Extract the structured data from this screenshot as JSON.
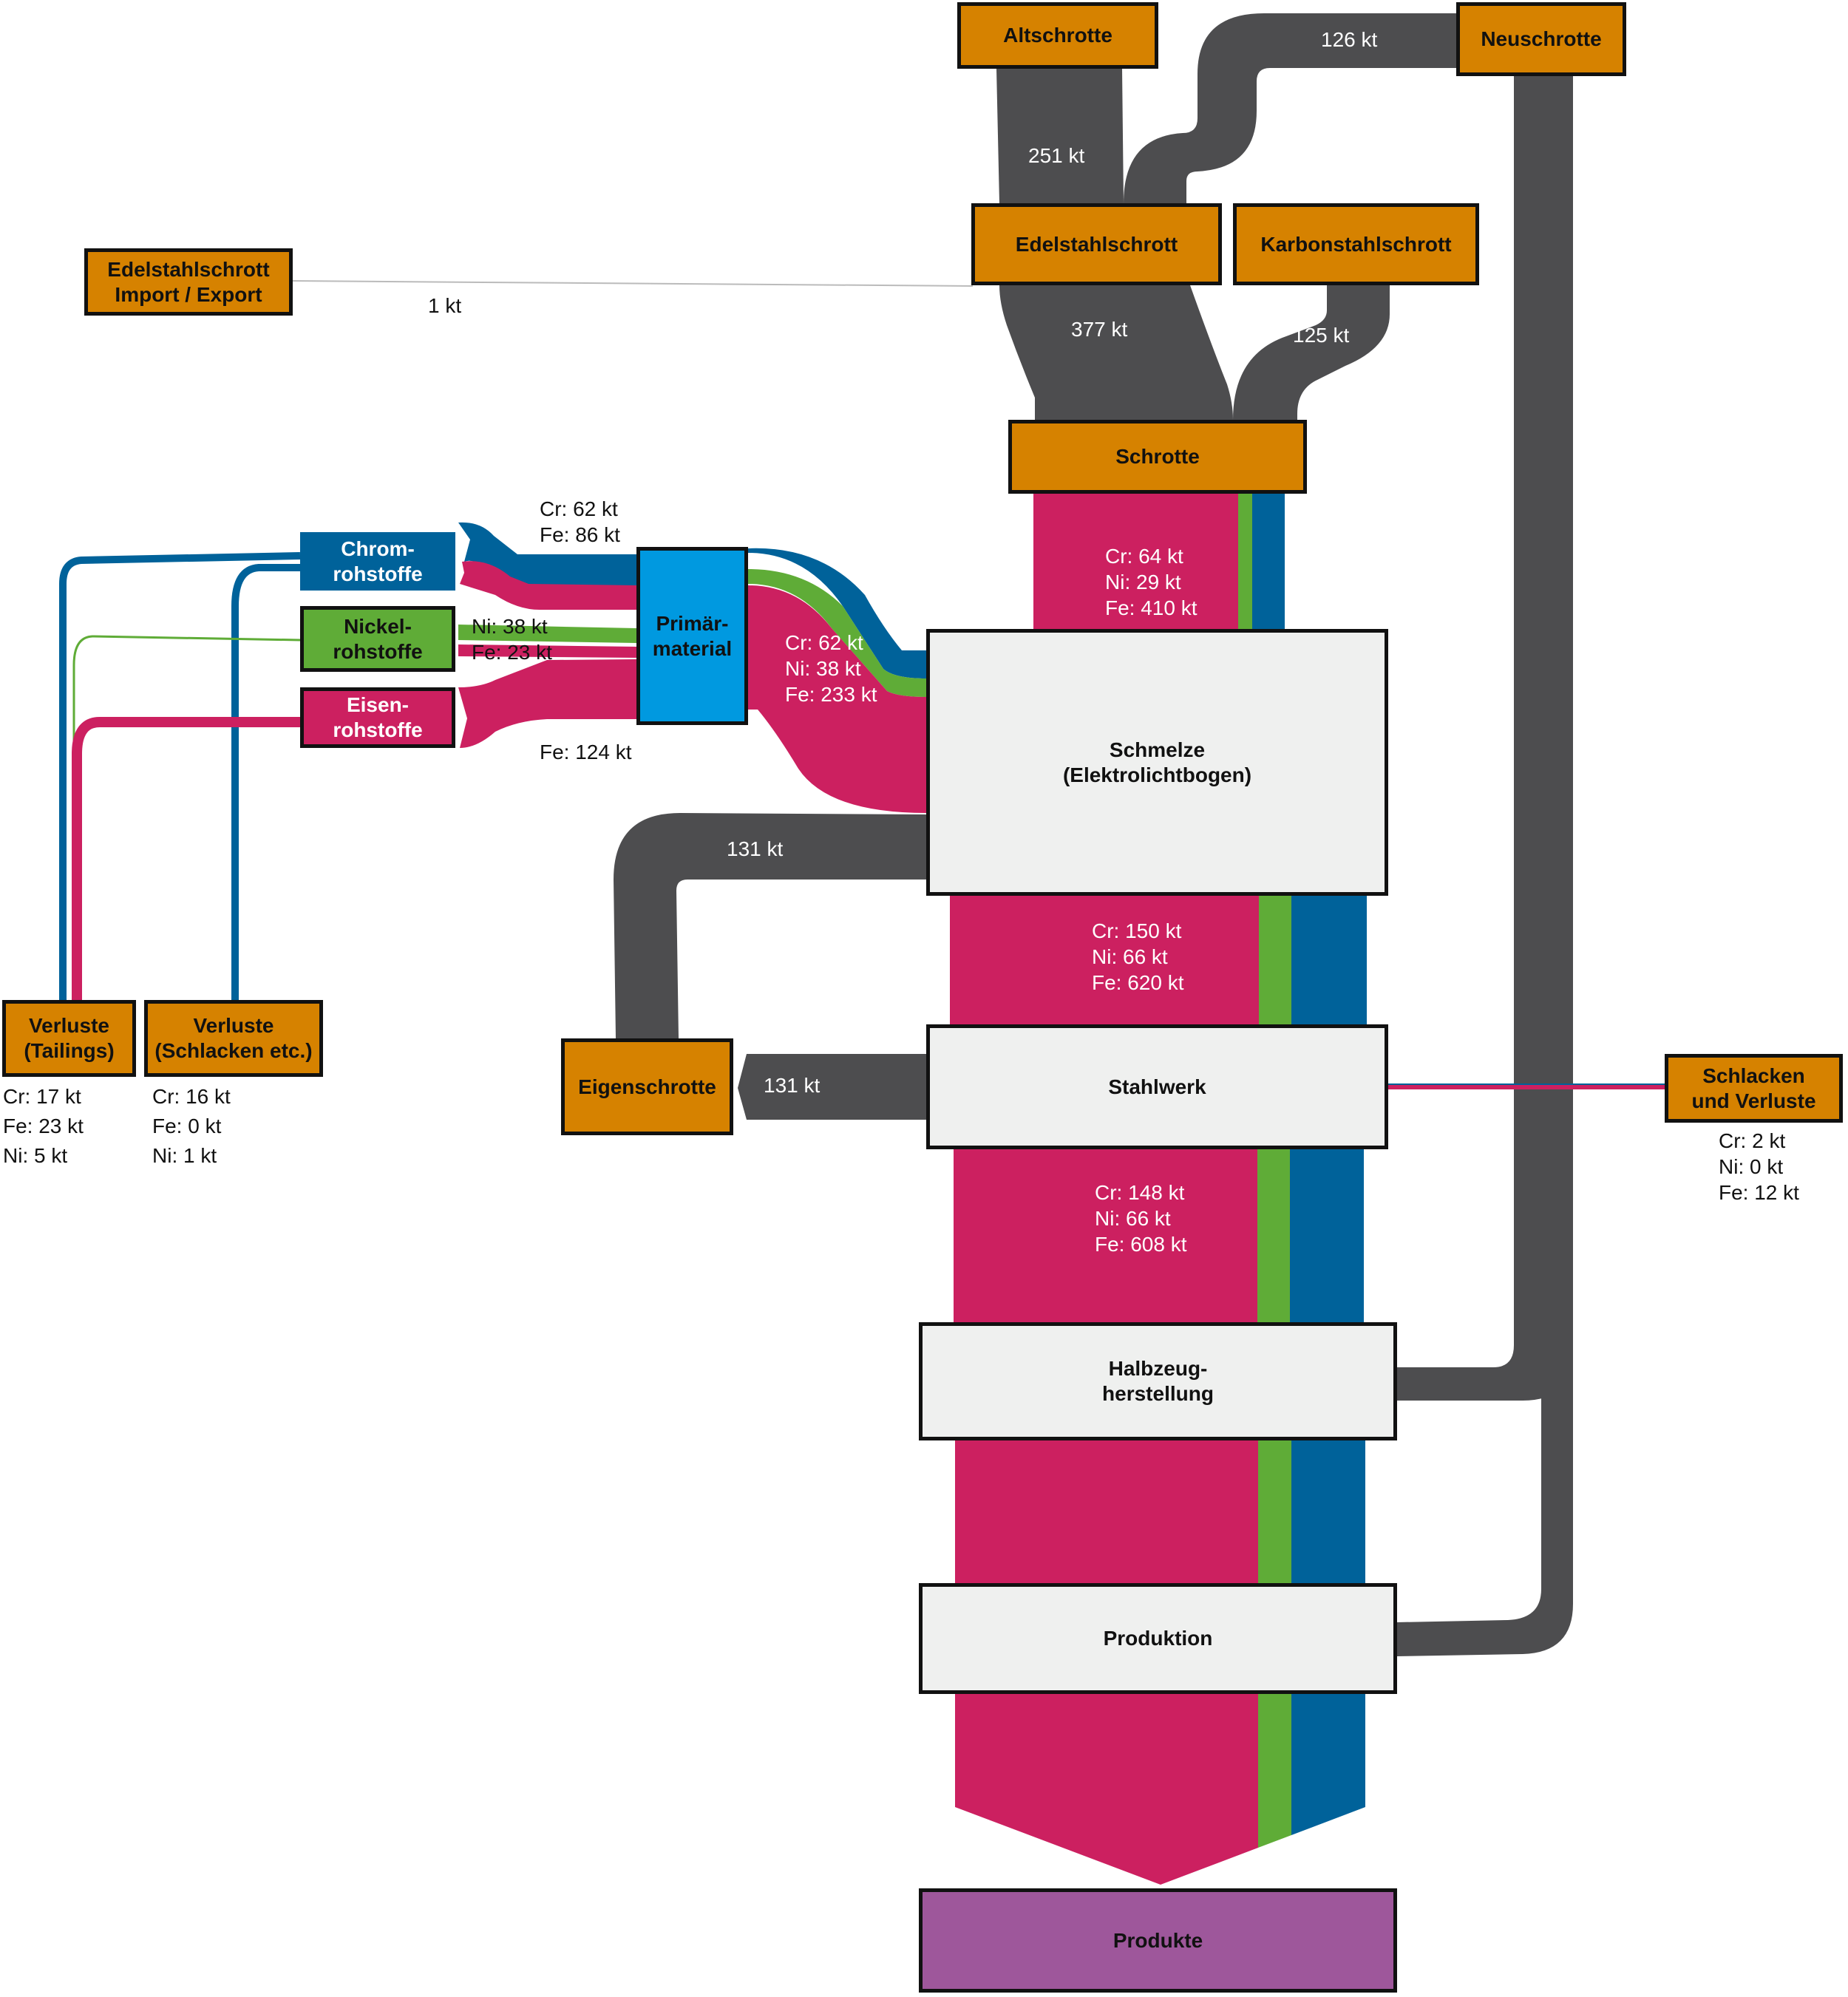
{
  "colors": {
    "scrap": "#4d4d4f",
    "iron": "#cc2060",
    "nickel": "#5fac37",
    "chromium": "#00629a",
    "node_orange": "#d68200",
    "node_grey": "#eff0ef",
    "primary": "#0099e0",
    "products": "#9e579b"
  },
  "nodes": {
    "altschrotte": "Altschrotte",
    "neuschrotte": "Neuschrotte",
    "edelstahlschrott": "Edelstahlschrott",
    "karbonstahlschrott": "Karbonstahlschrott",
    "import_export": "Edelstahlschrott\nImport / Export",
    "schrotte": "Schrotte",
    "chromrohstoffe": "Chrom-\nrohstoffe",
    "nickelrohstoffe": "Nickel-\nrohstoffe",
    "eisenrohstoffe": "Eisen-\nrohstoffe",
    "primaermaterial": "Primär-\nmaterial",
    "schmelze": "Schmelze\n(Elektrolichtbogen)",
    "stahlwerk": "Stahlwerk",
    "halbzeug": "Halbzeug-\nherstellung",
    "produktion": "Produktion",
    "produkte": "Produkte",
    "eigenschrotte": "Eigenschrotte",
    "verluste_tailings": "Verluste\n(Tailings)",
    "verluste_schlacken": "Verluste\n(Schlacken etc.)",
    "schlacken_verluste": "Schlacken\nund Verluste"
  },
  "flows": {
    "neu_to_edel": "126 kt",
    "alt_to_edel": "251 kt",
    "import_export": "1 kt",
    "edel_to_schrotte": "377 kt",
    "karbon_to_schrotte": "125 kt",
    "chrom_to_primaer": "Cr: 62 kt\nFe: 86 kt",
    "nickel_to_primaer": "Ni: 38 kt\nFe: 23 kt",
    "eisen_to_primaer": "Fe: 124 kt",
    "primaer_to_schmelze": "Cr: 62 kt\nNi: 38 kt\nFe: 233 kt",
    "schrotte_to_schmelze": "Cr: 64 kt\nNi: 29 kt\nFe: 410 kt",
    "schmelze_to_eigen": "131 kt",
    "schmelze_to_stahlwerk": "Cr: 150 kt\nNi: 66 kt\nFe: 620 kt",
    "stahlwerk_to_eigen": "131 kt",
    "stahlwerk_to_halbzeug": "Cr: 148 kt\nNi: 66 kt\nFe: 608 kt"
  },
  "losses": {
    "tailings": "Cr: 17 kt\nFe: 23 kt\nNi: 5 kt",
    "schlacken_etc": "Cr: 16 kt\nFe: 0 kt\nNi: 1 kt",
    "stahlwerk": "Cr: 2 kt\nNi: 0 kt\nFe: 12 kt"
  }
}
